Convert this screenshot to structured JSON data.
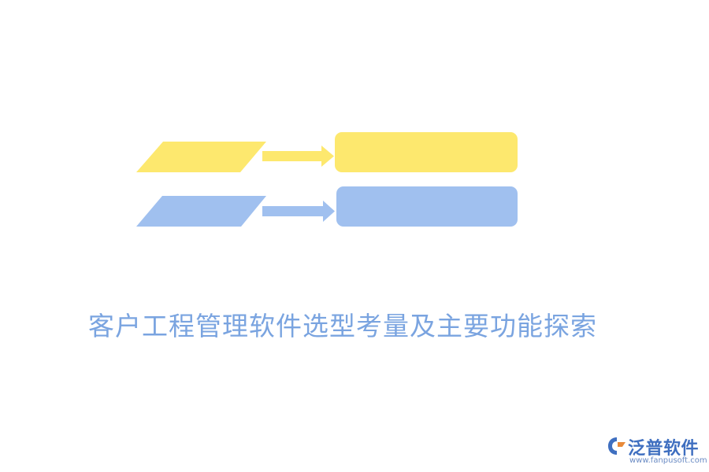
{
  "title": "客户工程管理软件选型考量及主要功能探索",
  "rows": [
    {
      "color": "#fde86e"
    },
    {
      "color": "#a0c0ef"
    }
  ],
  "logo": {
    "name": "泛普软件",
    "url": "www.fanpusoft.com",
    "mark_color": "#3f6fc0",
    "accent_color": "#e88a3a"
  }
}
